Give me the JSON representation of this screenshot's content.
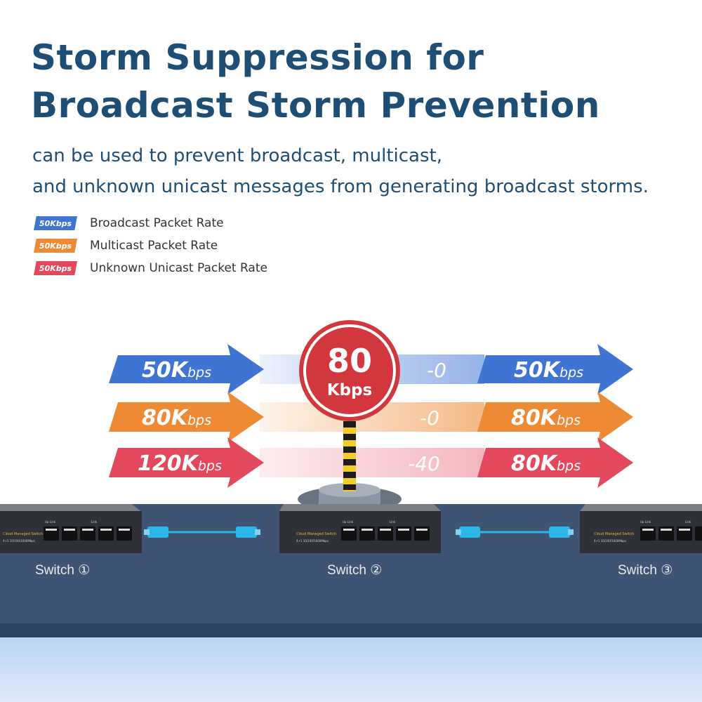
{
  "header": {
    "title_line1": "Storm Suppression for",
    "title_line2": "Broadcast Storm Prevention",
    "subtitle_line1": "can be used to prevent broadcast, multicast,",
    "subtitle_line2": "and unknown unicast messages from generating broadcast storms."
  },
  "legend": [
    {
      "tag": "50Kbps",
      "label": "Broadcast Packet Rate",
      "color": "#3f74d2"
    },
    {
      "tag": "50Kbps",
      "label": "Multicast Packet Rate",
      "color": "#ee8a33"
    },
    {
      "tag": "50Kbps",
      "label": "Unknown Unicast Packet Rate",
      "color": "#e4485c"
    }
  ],
  "sign": {
    "value": "80",
    "unit": "Kbps",
    "color": "#d2373d"
  },
  "flows": [
    {
      "input": "50K",
      "reduction": "-0",
      "output": "50K",
      "unit": "bps",
      "color": "#3f74d2"
    },
    {
      "input": "80K",
      "reduction": "-0",
      "output": "80K",
      "unit": "bps",
      "color": "#ee8a33"
    },
    {
      "input": "120K",
      "reduction": "-40",
      "output": "80K",
      "unit": "bps",
      "color": "#e4485c"
    }
  ],
  "switches": [
    {
      "label": "Switch ①",
      "brand": "Cloud Managed Switch",
      "spec": "4+1 10/100/1000Mbps",
      "uplink": "Up Link",
      "link": "Link"
    },
    {
      "label": "Switch ②",
      "brand": "Cloud Managed Switch",
      "spec": "4+1 10/100/1000Mbps",
      "uplink": "Up Link",
      "link": "Link"
    },
    {
      "label": "Switch ③",
      "brand": "Cloud Managed Switch",
      "spec": "4+1 10/100/1000Mbps",
      "uplink": "Up Link",
      "link": "Link"
    }
  ],
  "colors": {
    "band": "#3f5472",
    "band_dark": "#2f4260",
    "floor": "#c9dcf4",
    "cable": "#2ab6e6"
  }
}
